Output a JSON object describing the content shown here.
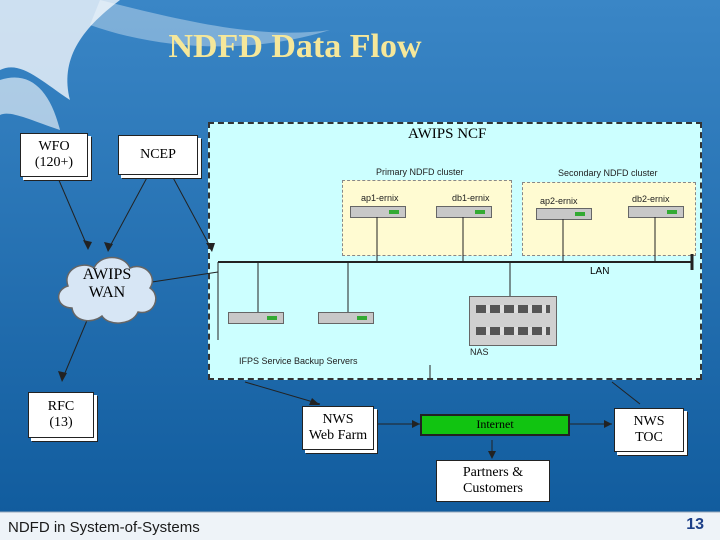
{
  "title": "NDFD Data Flow",
  "ncf": {
    "title": "AWIPS NCF",
    "primary_cluster": "Primary NDFD cluster",
    "secondary_cluster": "Secondary NDFD cluster",
    "ap1": "ap1-ernix",
    "db1": "db1-ernix",
    "ap2": "ap2-ernix",
    "db2": "db2-ernix",
    "lan": "LAN",
    "nas": "NAS",
    "ifps": "IFPS Service Backup Servers"
  },
  "nodes": {
    "wfo": "WFO",
    "wfo_count": "(120+)",
    "ncep": "NCEP",
    "awips_wan_line1": "AWIPS",
    "awips_wan_line2": "WAN",
    "rfc": "RFC",
    "rfc_count": "(13)",
    "nws_web_farm_line1": "NWS",
    "nws_web_farm_line2": "Web Farm",
    "internet": "Internet",
    "nws_toc_line1": "NWS",
    "nws_toc_line2": "TOC",
    "partners_line1": "Partners &",
    "partners_line2": "Customers"
  },
  "footer": {
    "text": "NDFD in System-of-Systems",
    "page": "13"
  },
  "colors": {
    "background": "#1f6fb0",
    "title": "#f5e79a",
    "ncf_fill": "#ccffff",
    "internet": "#11c411"
  }
}
